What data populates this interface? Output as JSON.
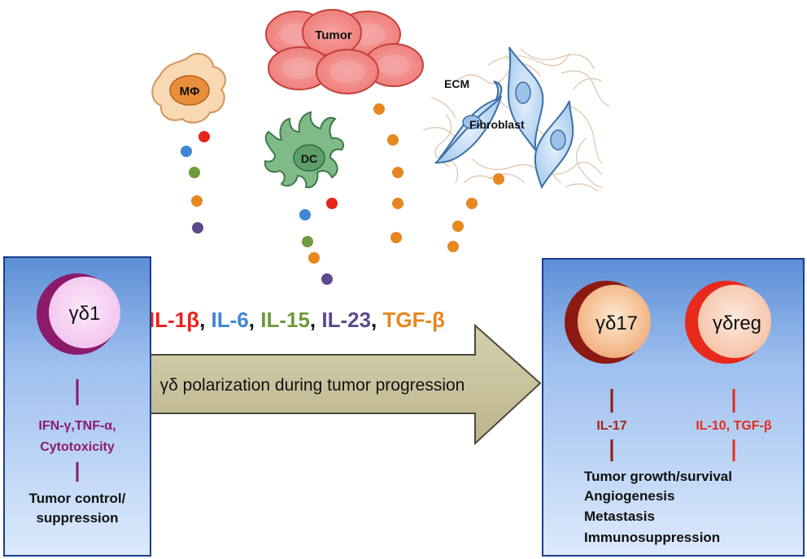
{
  "cells": {
    "macrophage": "MΦ",
    "tumor": "Tumor",
    "dc": "DC",
    "ecm": "ECM",
    "fibroblast": "Fibroblast"
  },
  "cytokine_legend": [
    {
      "text": "IL-1β",
      "color": "#e8231c"
    },
    {
      "text": ", ",
      "color": "#111111"
    },
    {
      "text": "IL-6",
      "color": "#3f86d4"
    },
    {
      "text": ", ",
      "color": "#111111"
    },
    {
      "text": "IL-15",
      "color": "#6f9a3d"
    },
    {
      "text": ", ",
      "color": "#111111"
    },
    {
      "text": "IL-23",
      "color": "#5d4a8c"
    },
    {
      "text": ", ",
      "color": "#111111"
    },
    {
      "text": "TGF-β",
      "color": "#e6871f"
    }
  ],
  "arrow_label": "γδ polarization during tumor progression",
  "left_panel": {
    "cell_label": "γδ1",
    "effectors_line1": "IFN-γ,TNF-α,",
    "effectors_line2": "Cytotoxicity",
    "outcome_line1": "Tumor control/",
    "outcome_line2": "suppression"
  },
  "right_panel": {
    "cell1_label": "γδ17",
    "cell2_label": "γδreg",
    "cell1_product": "IL-17",
    "cell2_product": "IL-10, TGF-β",
    "outcomes": [
      "Tumor growth/survival",
      "Angiogenesis",
      "Metastasis",
      "Immunosuppression"
    ]
  },
  "colors": {
    "panel_top": "#5b8ed6",
    "panel_bottom": "#d6e6fb",
    "purple": "#8b1a6a",
    "dark_red": "#8c1a12",
    "red": "#e82a1c",
    "orange": "#e6871f",
    "blue": "#3f86d4",
    "green": "#6f9a3d",
    "violet": "#5d4a8c",
    "arrow_fill": "#c9c29c"
  }
}
